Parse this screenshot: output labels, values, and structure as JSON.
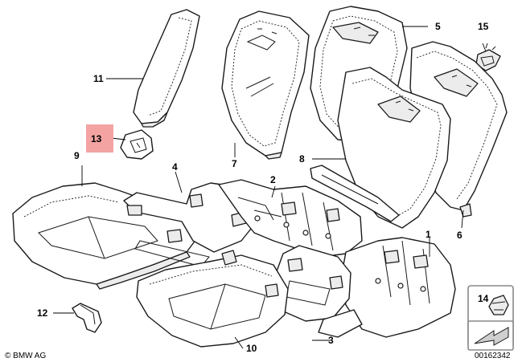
{
  "diagram": {
    "highlighted_part": "13",
    "callouts": {
      "c1": "1",
      "c2": "2",
      "c3": "3",
      "c4": "4",
      "c5": "5",
      "c6": "6",
      "c7": "7",
      "c8": "8",
      "c9": "9",
      "c10": "10",
      "c11": "11",
      "c12": "12",
      "c13": "13",
      "c14": "14",
      "c15": "15"
    },
    "copyright": "© BMW AG",
    "drawing_number": "00162342",
    "colors": {
      "highlight": "#f4a3a3",
      "ink": "#1a1a1a",
      "frame": "#888888"
    }
  }
}
